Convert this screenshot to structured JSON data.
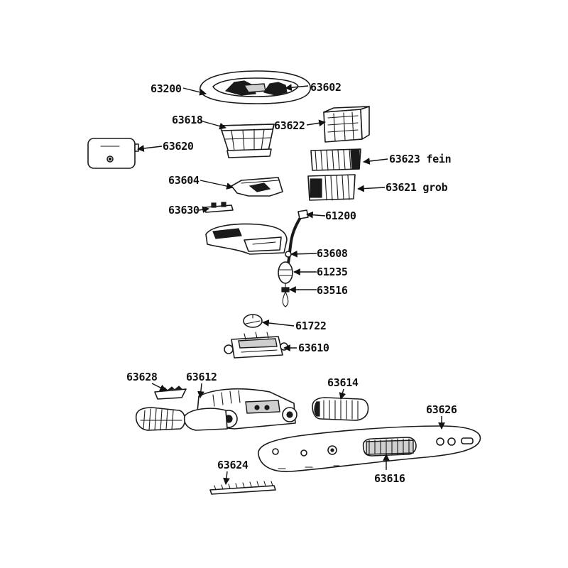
{
  "labels": {
    "l63200": "63200",
    "l63602": "63602",
    "l63618": "63618",
    "l63622": "63622",
    "l63620": "63620",
    "l63623": "63623 fein",
    "l63604": "63604",
    "l63621": "63621 grob",
    "l63630": "63630",
    "l61200": "61200",
    "l63608": "63608",
    "l61235": "61235",
    "l63516": "63516",
    "l61722": "61722",
    "l63610": "63610",
    "l63628": "63628",
    "l63612": "63612",
    "l63614": "63614",
    "l63626": "63626",
    "l63624": "63624",
    "l63616": "63616"
  }
}
